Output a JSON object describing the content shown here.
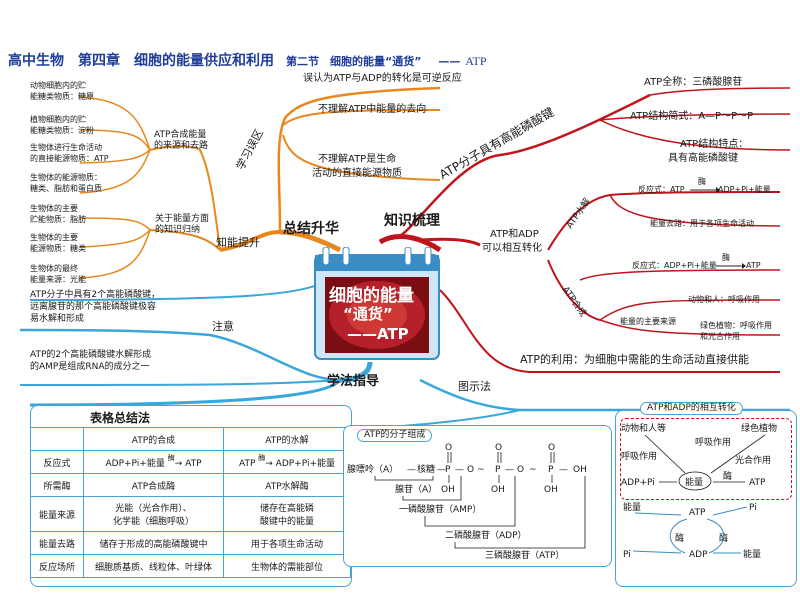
{
  "header": {
    "title": "高中生物　第四章　细胞的能量供应和利用",
    "section": "第二节　细胞的能量“通货”",
    "dash": "——",
    "atp": "ATP"
  },
  "center": {
    "line1": "细胞的能量",
    "line2": "“通货”",
    "line3": "——ATP"
  },
  "main_branches": {
    "summary": "总结升华",
    "knowledge": "知识梳理",
    "method": "学法指导",
    "diagram": "图示法",
    "knowledge_boost": "知能提升",
    "mistakes": "学习误区",
    "notes": "注意"
  },
  "mistakes": [
    "误认为ATP与ADP的转化是可逆反应",
    "不理解ATP中能量的去向",
    "不理解ATP是生命",
    "活动的直接能源物质"
  ],
  "knowledge_boost": {
    "atp_synth": [
      "ATP合成能量",
      "的来源和去路"
    ],
    "energy_sum": [
      "关于能量方面",
      "的知识归纳"
    ],
    "items": [
      [
        "动物细胞内的贮",
        "能糖类物质：糖原"
      ],
      [
        "植物细胞内的贮",
        "能糖类物质：淀粉"
      ],
      [
        "生物体进行生命活动",
        "的直接能源物质：ATP"
      ],
      [
        "生物体的能源物质：",
        "糖类、脂肪和蛋白质"
      ],
      [
        "生物体的主要",
        "贮能物质：脂肪"
      ],
      [
        "生物体的主要",
        "能源物质：糖类"
      ],
      [
        "生物体的最终",
        "能量来源：光能"
      ]
    ]
  },
  "notes": {
    "note1": [
      "ATP分子中具有2个高能磷酸键，",
      "远离腺苷的那个高能磷酸键极容",
      "易水解和形成"
    ],
    "note2": [
      "ATP的2个高能磷酸键水解形成",
      "的AMP是组成RNA的成分之一"
    ]
  },
  "knowledge": {
    "high_bond": "ATP分子具有高能磷酸键",
    "fullname": "ATP全称：三磷酸腺苷",
    "structure": "ATP结构简式：A—P～P～P",
    "feature": [
      "ATP结构特点：",
      "具有高能磷酸键"
    ],
    "interconvert": [
      "ATP和ADP",
      "可以相互转化"
    ],
    "hydrolysis": "ATP水解",
    "synthesis": "ATP合成",
    "hyd_eq": "反应式：ATP",
    "hyd_enzyme": "酶",
    "hyd_prod": "ADP+Pi+能量",
    "hyd_energy": "能量去路：用于各项生命活动",
    "syn_eq": "反应式：ADP+Pi+能量",
    "syn_enzyme": "酶",
    "syn_prod": "ATP",
    "syn_source": "能量的主要来源",
    "animal": "动物和人：呼吸作用",
    "plant": [
      "绿色植物：呼吸作用",
      "和光合作用"
    ],
    "use": "ATP的利用：为细胞中需能的生命活动直接供能"
  },
  "table": {
    "title": "表格总结法",
    "headers": [
      "",
      "ATP的合成",
      "ATP的水解"
    ],
    "rows": [
      [
        "反应式",
        "ADP+Pi+能量",
        "ATP"
      ],
      [
        "所需酶",
        "ATP合成酶",
        "ATP水解酶"
      ],
      [
        "能量来源",
        "光能（光合作用）、化学能（细胞呼吸）",
        "储存在高能磷酸键中的能量"
      ],
      [
        "能量去路",
        "储存于形成的高能磷酸键中",
        "用于各项生命活动"
      ],
      [
        "反应场所",
        "细胞质基质、线粒体、叶绿体",
        "生物体的需能部位"
      ]
    ],
    "syn_enzyme": "酶",
    "syn_prod": "ATP",
    "hyd_enzyme": "酶",
    "hyd_prod": "ADP+Pi+能量",
    "energy_src_1": "光能（光合作用）、",
    "energy_src_2": "化学能（细胞呼吸）",
    "energy_hyd_1": "储存在高能磷",
    "energy_hyd_2": "酸键中的能量"
  },
  "molecule": {
    "title": "ATP的分子组成",
    "adenine": "腺嘌呤（A）",
    "ribose": "核糖",
    "adenosine": "腺苷（A）",
    "amp": "一磷酸腺苷（AMP）",
    "adp": "二磷酸腺苷（ADP）",
    "atp": "三磷酸腺苷（ATP）",
    "P": "P",
    "O": "O",
    "OH": "OH",
    "tilde": "~",
    "dash": "—"
  },
  "cycle": {
    "title": "ATP和ADP的相互转化",
    "animal": "动物和人等",
    "plant": "绿色植物",
    "resp": "呼吸作用",
    "resp2": "呼吸作用",
    "photo": "光合作用",
    "adppi": "ADP+Pi",
    "energy": "能量",
    "enzyme": "酶",
    "atp": "ATP",
    "energy_in": "能量",
    "atp2": "ATP",
    "pi1": "Pi",
    "pi2": "Pi",
    "enz_left": "酶",
    "enz_right": "酶",
    "adp": "ADP",
    "energy_out": "能量"
  }
}
